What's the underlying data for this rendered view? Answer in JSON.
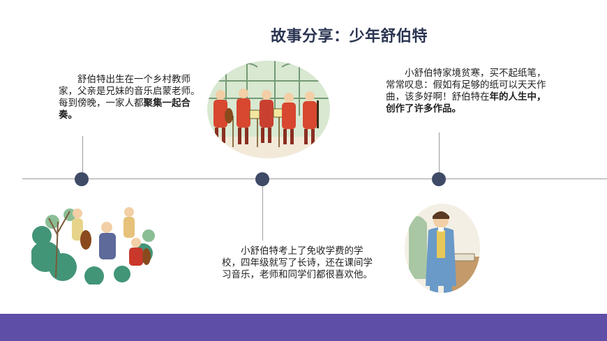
{
  "slide": {
    "title": "故事分享：少年舒伯特"
  },
  "stories": [
    {
      "text": "舒伯特出生在一个乡村教师家，父亲是兄妹的音乐启蒙老师。每到傍晚，一家人都",
      "emphasis": "聚集一起合奏。"
    },
    {
      "text": "小舒伯特考上了免收学费的学校，四年级就写了长诗，还在课间学习音乐，老师和同学们都很喜欢他。"
    },
    {
      "text": "小舒伯特家境贫寒，买不起纸笔，常常叹息：假如有足够的纸可以天天作曲，该多好啊！舒伯特在",
      "emphasis": "年的人生中，创作了许多作品。"
    }
  ],
  "colors": {
    "title": "#2b3552",
    "dot": "#3f4a66",
    "line": "#9a9a9a",
    "bottom_bar": "#5f4ea8"
  }
}
